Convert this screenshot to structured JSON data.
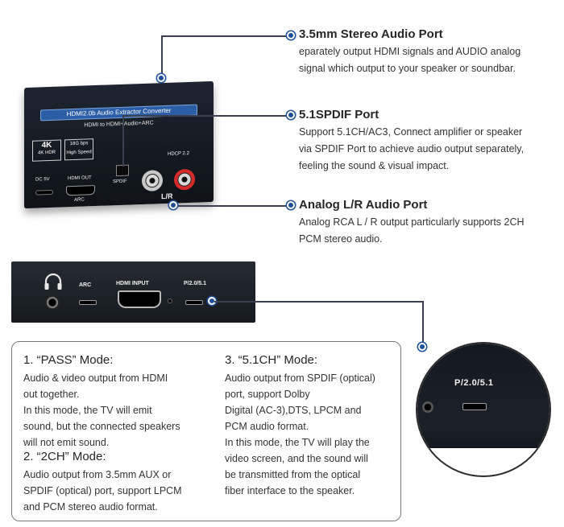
{
  "device_front": {
    "title": "HDMI2.0b Audio Extractor Converter",
    "subtitle": "HDMI to HDMI+Audio+ARC",
    "badge_4k_top": "4K",
    "badge_4k_bottom": "4K  HDR",
    "badge_speed_top": "18G bps",
    "badge_speed_bottom": "High Speed",
    "hdcp": "HDCP 2.2",
    "dc_label": "DC 5V",
    "hdmi_out_label": "HDMI OUT",
    "arc_label": "ARC",
    "spdif_label": "SPDIF",
    "lr_label": "L/R"
  },
  "callouts": [
    {
      "title": "3.5mm Stereo Audio Port",
      "text_lines": [
        "eparately output HDMI signals and AUDIO analog",
        "signal which output to your speaker or soundbar."
      ]
    },
    {
      "title": "5.1SPDIF Port",
      "text_lines": [
        "Support 5.1CH/AC3, Connect amplifier or speaker",
        "via SPDIF Port to achieve audio output separately,",
        "feeling the sound & visual impact."
      ]
    },
    {
      "title": "Analog L/R Audio Port",
      "text_lines": [
        "Analog RCA L / R output particularly supports 2CH",
        "PCM stereo audio."
      ]
    }
  ],
  "device_rear": {
    "arc_label": "ARC",
    "hdmi_input_label": "HDMI INPUT",
    "switch_label": "P/2.0/5.1"
  },
  "modes": {
    "pass": {
      "title": "1. “PASS” Mode:",
      "lines": [
        "Audio & video output from HDMI",
        "out together.",
        "In this mode, the TV will emit",
        "sound, but the connected speakers",
        "will not emit sound."
      ]
    },
    "ch2": {
      "title": "2. “2CH” Mode:",
      "lines": [
        "Audio output from 3.5mm AUX or",
        "SPDIF (optical) port, support LPCM",
        "and PCM stereo audio format."
      ]
    },
    "ch51": {
      "title": "3. “5.1CH” Mode:",
      "lines": [
        "Audio output from SPDIF (optical)",
        "port, support Dolby",
        "Digital (AC-3),DTS, LPCM and",
        "PCM audio format.",
        "In this mode, the TV will play the",
        "video screen, and the sound will",
        "be transmitted from the optical",
        "fiber interface to the speaker."
      ]
    }
  },
  "zoom": {
    "switch_label": "P/2.0/5.1"
  },
  "colors": {
    "dot": "#1f4f9a",
    "line": "#3a4050",
    "device": "#1a1f27",
    "title_banner": "#2c5ea8"
  }
}
